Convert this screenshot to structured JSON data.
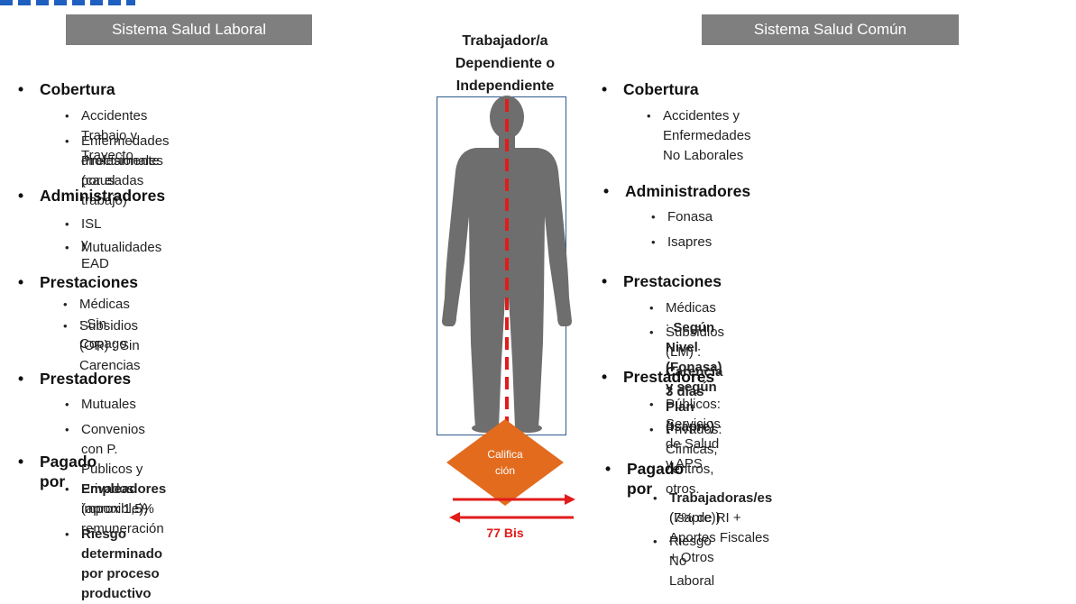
{
  "left_header": "Sistema Salud  Laboral",
  "right_header": "Sistema Salud Común",
  "center": {
    "worker_title_lines": [
      "Trabajador/a",
      "Dependiente o",
      "Independiente"
    ],
    "diamond_lines": [
      "Califica",
      "ción"
    ],
    "arrow_label": "77 Bis"
  },
  "left": {
    "cobertura": {
      "title": "Cobertura",
      "items": [
        "Accidentes Trabajo y Trayecto",
        "Enfermedades Profesionales (causadas",
        "directamente por el trabajo)"
      ]
    },
    "administradores": {
      "title": "Administradores",
      "items": [
        "ISL y EAD",
        "Mutualidades"
      ]
    },
    "prestaciones": {
      "title": "Prestaciones",
      "items": [
        "Médicas : Sin Copago",
        "Subsidios (OR) : Sin Carencias"
      ]
    },
    "prestadores": {
      "title": "Prestadores",
      "items": [
        "Mutuales",
        "Convenios con P. Públicos y Privados"
      ]
    },
    "pagado": {
      "title": "Pagado por",
      "empleadores_bold": "Empleadores",
      "empleadores_rest": " (aprox 1,5% remuneración",
      "empleadores_line2": "imponible))",
      "riesgo": "Riesgo determinado por proceso productivo"
    }
  },
  "right": {
    "cobertura": {
      "title": "Cobertura",
      "items": [
        "Accidentes y Enfermedades No Laborales"
      ]
    },
    "administradores": {
      "title": "Administradores",
      "items": [
        "Fonasa",
        "Isapres"
      ]
    },
    "prestaciones": {
      "title": "Prestaciones",
      "medicas_label": "Médicas : ",
      "medicas_bold": "Según Nivel (Fonasa) y según Plan (Isapre)",
      "subsidios_label": "Subsidios (LM) : ",
      "subsidios_bold": "Carencia 3 días"
    },
    "prestadores": {
      "title": "Prestadores",
      "items": [
        "Públicos: Servicios de Salud y APS",
        "Privados: Clínicas, centros, otros."
      ]
    },
    "pagado": {
      "title": "Pagado por",
      "trab_bold": "Trabajadoras/es",
      "trab_rest": "  (7% de RI + Aportes Fiscales  +  Otros",
      "trab_line2": "(Isapre))",
      "riesgo": "Riesgo No Laboral"
    }
  },
  "colors": {
    "header_gray": "#7f7f7f",
    "figure_gray": "#6e6e6e",
    "dash_red": "#e21b1b",
    "diamond_orange": "#e26b1e",
    "box_blue": "#2e5a8f"
  }
}
